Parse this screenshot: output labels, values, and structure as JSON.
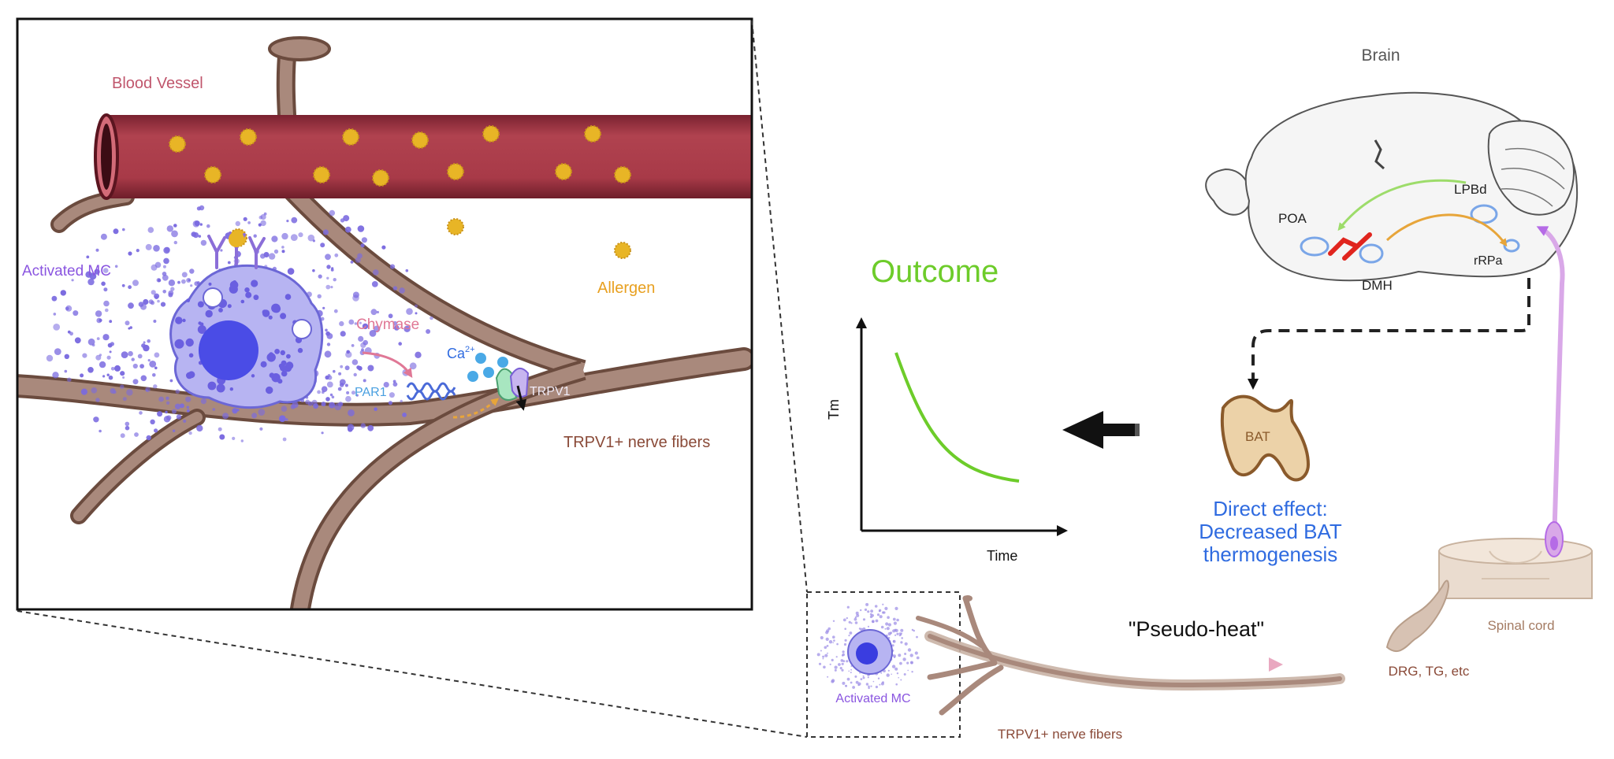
{
  "colors": {
    "vessel": "#a83a48",
    "vessel_dark": "#7a2230",
    "nerve_fill": "#a9897c",
    "nerve_edge": "#6b4b3e",
    "mast_cell": "#b7b4f2",
    "mast_nucleus": "#4a4ce6",
    "granule": "#7a6ae0",
    "allergen": "#e8b526",
    "outcome_green": "#6dcc2a",
    "direct_effect_blue": "#2f6be0",
    "bat_fill": "#ecd2a8",
    "bat_edge": "#8a5a2b",
    "neuron_pink": "#d9a8e8",
    "poa_arrow_green": "#9ddc6a",
    "rrpa_arrow_orange": "#e7a53a",
    "lpb_arrow_purple": "#b56be6",
    "red_block": "#e0251e"
  },
  "inset": {
    "blood_vessel_label": "Blood Vessel",
    "activated_mc_label": "Activated MC",
    "allergen_label": "Allergen",
    "chymase_label": "Chymase",
    "calcium_label": "Ca",
    "calcium_charge": "2+",
    "par1_label": "PAR1",
    "trpv1_label": "TRPV1",
    "trpv1_fibers_label": "TRPV1+ nerve fibers"
  },
  "brain": {
    "title": "Brain",
    "poa_label": "POA",
    "dmh_label": "DMH",
    "lpbd_label": "LPBd",
    "rrpa_label": "rRPa"
  },
  "outcome": {
    "title": "Outcome",
    "y_axis_label": "Tm",
    "x_axis_label": "Time"
  },
  "bat": {
    "label": "BAT",
    "effect_line1": "Direct effect:",
    "effect_line2": "Decreased BAT",
    "effect_line3": "thermogenesis"
  },
  "periphery": {
    "spinal_cord_label": "Spinal cord",
    "drg_label": "DRG, TG, etc",
    "pseudo_heat_label": "\"Pseudo-heat\"",
    "activated_mc_label": "Activated MC",
    "trpv1_fibers_label": "TRPV1+ nerve fibers"
  }
}
